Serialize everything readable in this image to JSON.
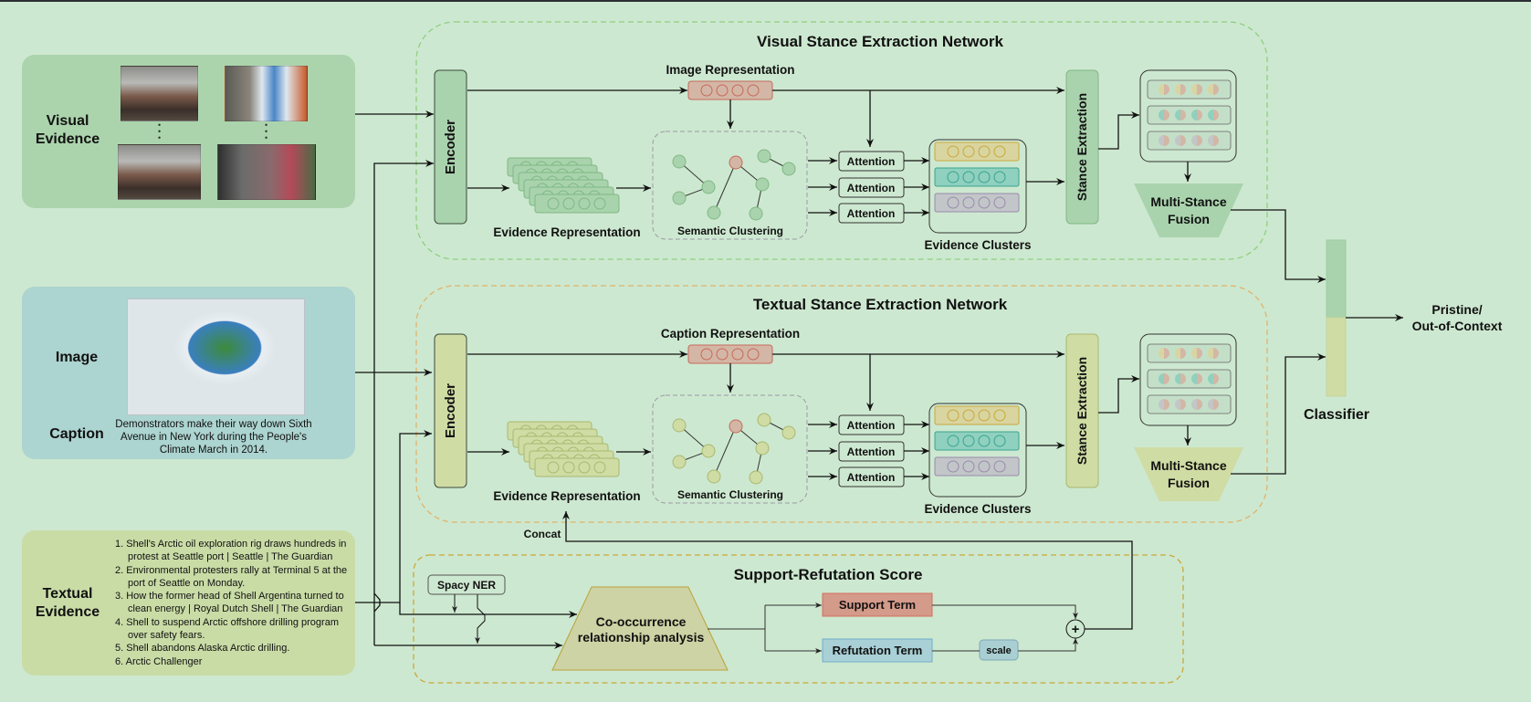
{
  "inputs": {
    "visual_evidence": {
      "label_line1": "Visual",
      "label_line2": "Evidence",
      "images": [
        "crowd-street-march-1",
        "living-in-a-bubble-sign",
        "crowd-street-march-2",
        "sixth-avenue-crowd"
      ]
    },
    "image_caption": {
      "image_label": "Image",
      "caption_label": "Caption",
      "caption_text_lines": [
        "Demonstrators make their way down Sixth",
        "Avenue in New York during the People's",
        "Climate March in 2014."
      ]
    },
    "textual_evidence": {
      "label_line1": "Textual",
      "label_line2": "Evidence",
      "items": [
        "1. Shell's Arctic oil exploration rig draws hundreds in protest at Seattle port | Seattle | The Guardian",
        "2. Environmental protesters rally at Terminal 5 at the port of Seattle on Monday.",
        "3. How the former head of Shell Argentina turned to clean energy | Royal Dutch Shell | The Guardian",
        "4. Shell to suspend Arctic offshore drilling program over safety fears.",
        "5. Shell abandons Alaska Arctic drilling.",
        "6. Arctic Challenger"
      ]
    }
  },
  "visual_network": {
    "title": "Visual Stance Extraction Network",
    "encoder": "Encoder",
    "representation": "Image Representation",
    "evidence_representation": "Evidence Representation",
    "semantic_clustering": "Semantic Clustering",
    "attention": [
      "Attention",
      "Attention",
      "Attention"
    ],
    "evidence_clusters": "Evidence Clusters",
    "stance_extraction": "Stance Extraction",
    "fusion_line1": "Multi-Stance",
    "fusion_line2": "Fusion",
    "colors": {
      "fill": "#a9d3ad",
      "border": "#7fb884",
      "frame": "#8fcf7f"
    }
  },
  "textual_network": {
    "title": "Textual Stance Extraction Network",
    "encoder": "Encoder",
    "representation": "Caption Representation",
    "evidence_representation": "Evidence Representation",
    "semantic_clustering": "Semantic Clustering",
    "attention": [
      "Attention",
      "Attention",
      "Attention"
    ],
    "evidence_clusters": "Evidence Clusters",
    "stance_extraction": "Stance Extraction",
    "fusion_line1": "Multi-Stance",
    "fusion_line2": "Fusion",
    "colors": {
      "fill": "#cfdca4",
      "border": "#a9b870",
      "frame": "#e0b36a"
    }
  },
  "support_refutation": {
    "title": "Support-Refutation Score",
    "spacy": "Spacy NER",
    "cooccurrence_line1": "Co-occurrence",
    "cooccurrence_line2": "relationship analysis",
    "support_term": "Support Term",
    "refutation_term": "Refutation Term",
    "scale": "scale",
    "plus": "+",
    "concat": "Concat",
    "colors": {
      "support": "#d49a8a",
      "refutation": "#a9d0d6",
      "cooc": "#cdd3a4",
      "frame": "#c9a83a"
    }
  },
  "classifier": {
    "label": "Classifier",
    "output_line1": "Pristine/",
    "output_line2": "Out-of-Context"
  },
  "cluster_colors": [
    "#d9d5a0",
    "#8fd0bf",
    "#c2c6c8"
  ],
  "rep_color": "#d4b6a6"
}
